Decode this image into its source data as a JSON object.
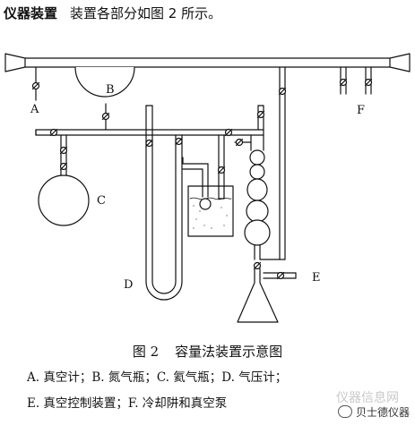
{
  "heading": {
    "title": "仪器装置",
    "subtitle": "装置各部分如图 2 所示。"
  },
  "diagram": {
    "labels": {
      "A": "A",
      "B": "B",
      "C": "C",
      "D": "D",
      "E": "E",
      "F": "F"
    }
  },
  "caption": {
    "number": "图 2",
    "text": "容量法装置示意图"
  },
  "legend": {
    "line1": "A. 真空计；B. 氮气瓶；C. 氦气瓶；D. 气压计；",
    "line2": "E. 真空控制装置；F. 冷却阱和真空泵"
  },
  "watermark": "仪器信息网",
  "brand": "贝士德仪器",
  "colors": {
    "line": "#111111",
    "water": "#9a9a9a"
  }
}
